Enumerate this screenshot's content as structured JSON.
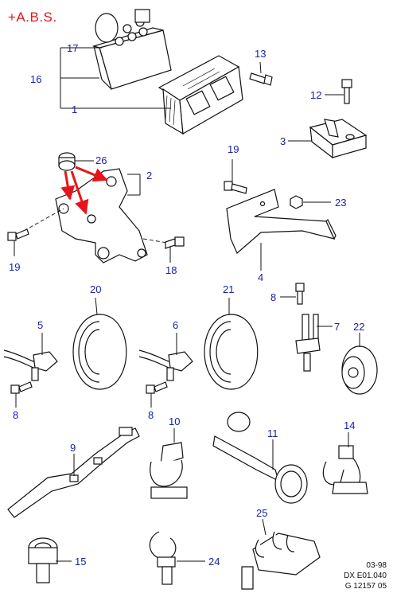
{
  "title": "+A.B.S.",
  "callouts": {
    "c17": "17",
    "c16": "16",
    "c1": "1",
    "c13": "13",
    "c12": "12",
    "c3": "3",
    "c26": "26",
    "c2": "2",
    "c19a": "19",
    "c19b": "19",
    "c23": "23",
    "c18": "18",
    "c4": "4",
    "c20": "20",
    "c21": "21",
    "c8a": "8",
    "c5": "5",
    "c6": "6",
    "c7": "7",
    "c22": "22",
    "c8b": "8",
    "c8c": "8",
    "c10": "10",
    "c11": "11",
    "c14": "14",
    "c9": "9",
    "c25": "25",
    "c15": "15",
    "c24": "24"
  },
  "reference": {
    "line1": "03-98",
    "line2": "DX E01.040",
    "line3": "G 12157 05"
  },
  "colors": {
    "title": "#e4161b",
    "callout": "#1a22a8",
    "arrow": "#e4161b",
    "line": "#111111"
  }
}
